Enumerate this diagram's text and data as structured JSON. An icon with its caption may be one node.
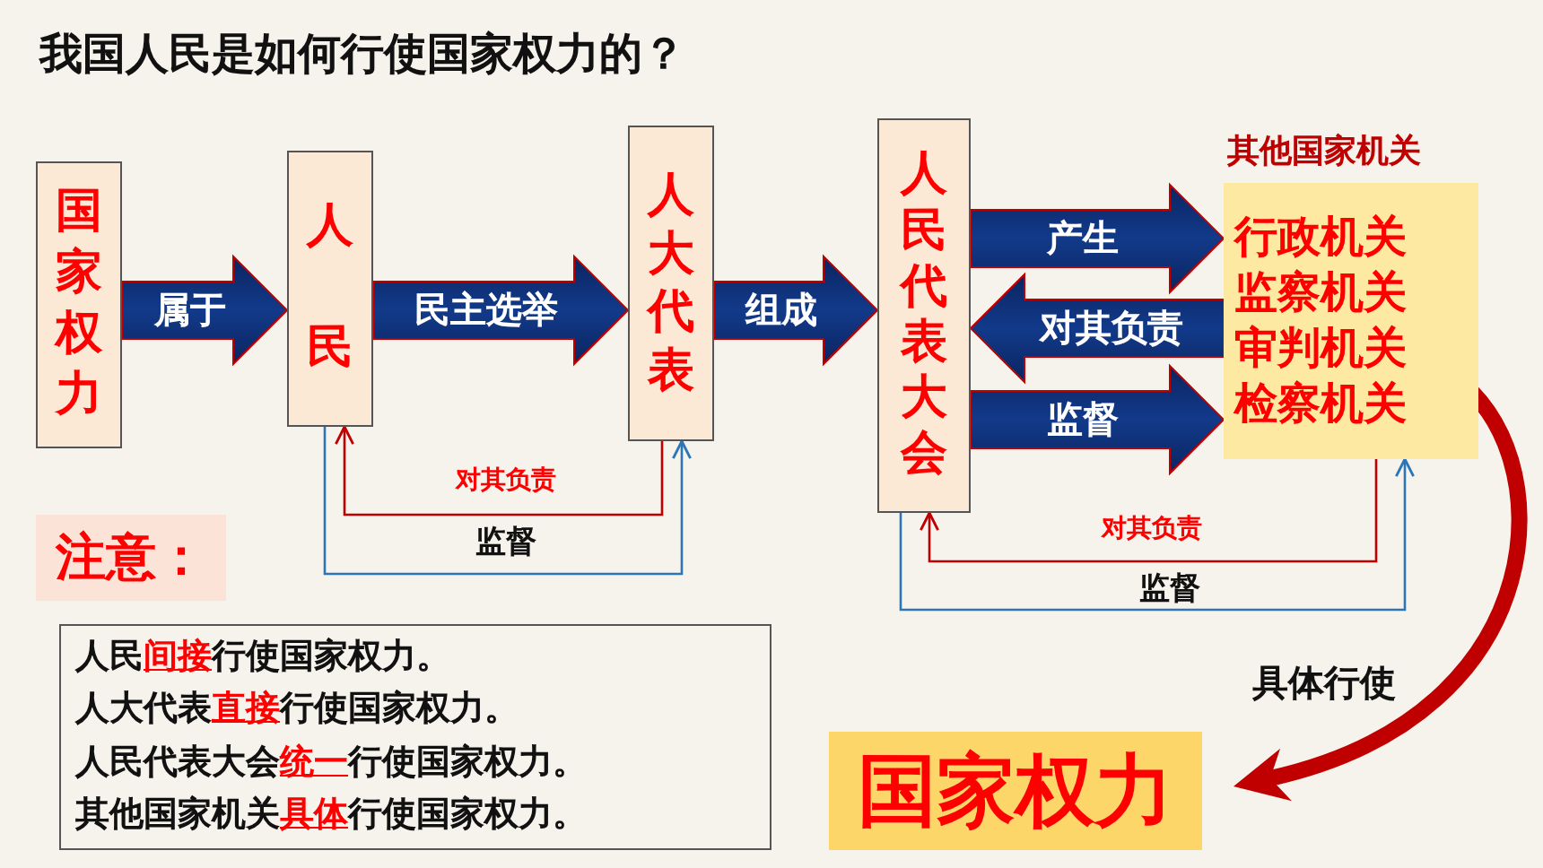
{
  "diagram": {
    "title": "我国人民是如何行使国家权力的？",
    "nodes": [
      {
        "text": [
          "国家权力"
        ]
      },
      {
        "text": [
          "人民"
        ]
      },
      {
        "text": [
          "人大代表"
        ]
      },
      {
        "text": [
          "人民代表大会"
        ]
      },
      {
        "text": [
          "其他国家机关",
          "行政机关",
          "监察机关",
          "审判机关",
          "检察机关"
        ]
      },
      {
        "text": [
          "国家权力"
        ]
      },
      {
        "text": [
          "注意："
        ]
      },
      {
        "text": [
          "人民**间接**行使国家权力。",
          "人大代表**直接**行使国家权力。",
          "人民代表大会**统一**行使国家权力。",
          "其他国家机关**具体**行使国家权力。"
        ]
      }
    ],
    "edges": [
      {
        "from": 0,
        "to": 1,
        "arrow": "to",
        "label": "属于"
      },
      {
        "from": 1,
        "to": 2,
        "arrow": "to",
        "label": "民主选举"
      },
      {
        "from": 2,
        "to": 3,
        "arrow": "to",
        "label": "组成"
      },
      {
        "from": 3,
        "to": 4,
        "arrow": "to",
        "label": "产生"
      },
      {
        "from": 4,
        "to": 3,
        "arrow": "to",
        "label": "对其负责"
      },
      {
        "from": 3,
        "to": 4,
        "arrow": "to",
        "label": "监督"
      },
      {
        "from": 2,
        "to": 1,
        "arrow": "to",
        "label": "对其负责",
        "color": "#c00000"
      },
      {
        "from": 1,
        "to": 2,
        "arrow": "to",
        "label": "监督",
        "color": "#2e75b6"
      },
      {
        "from": 4,
        "to": 3,
        "arrow": "to",
        "label": "对其负责",
        "color": "#c00000"
      },
      {
        "from": 3,
        "to": 4,
        "arrow": "to",
        "label": "监督",
        "color": "#2e75b6"
      },
      {
        "from": 4,
        "to": 5,
        "arrow": "to",
        "label": "具体行使",
        "style": "thick",
        "color": "#c00000"
      }
    ]
  }
}
